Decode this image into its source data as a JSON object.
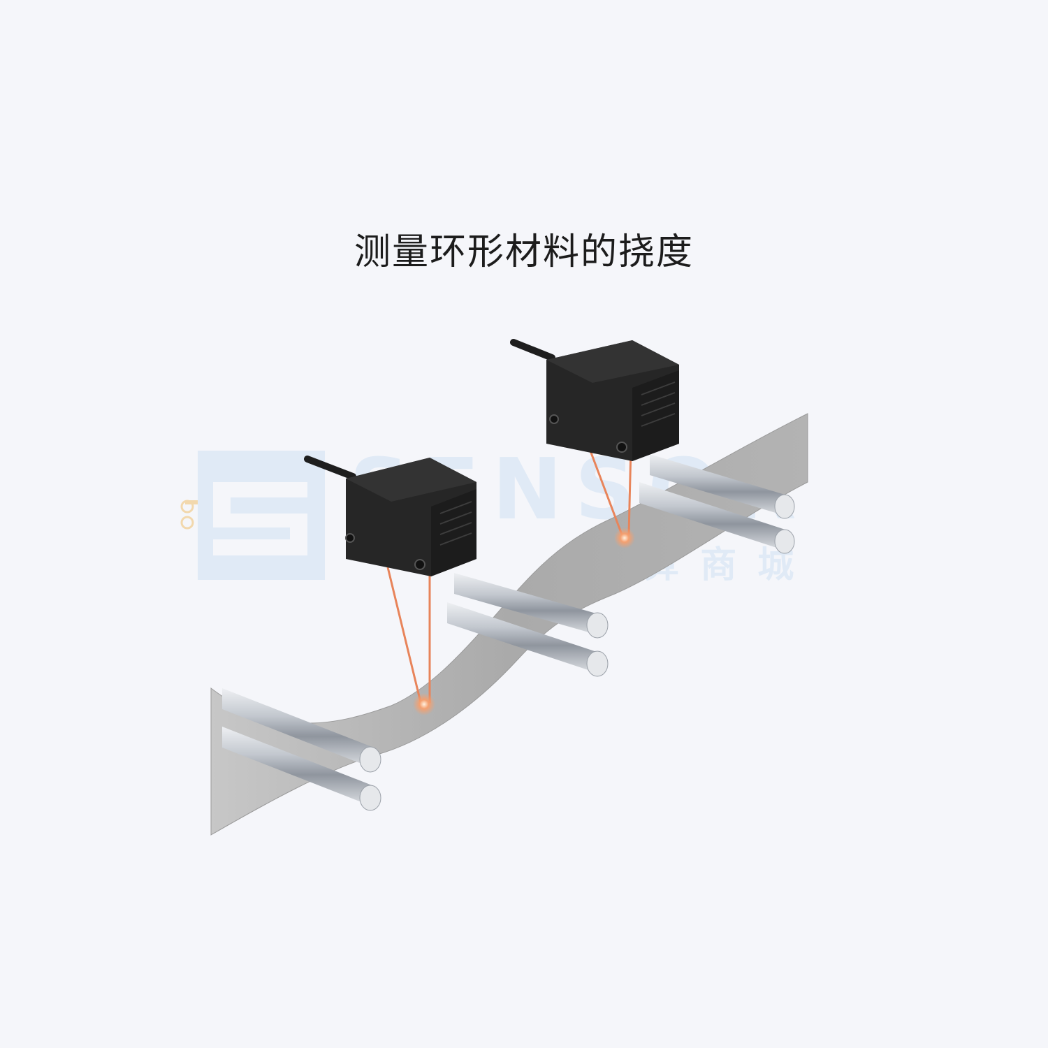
{
  "title": "测量环形材料的挠度",
  "watermark": {
    "brand": "SENSOR",
    "subtitle": "感 算 商 城"
  },
  "colors": {
    "background": "#f5f6fa",
    "sensor_body": "#2a2a2a",
    "laser": "#e8845a",
    "material": "#b8b8b8",
    "roller": "#c9cdd3",
    "watermark": "#d6e6f5"
  }
}
